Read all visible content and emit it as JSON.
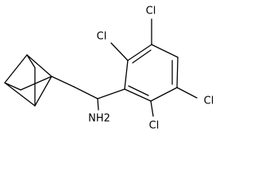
{
  "atoms": {
    "amine": "NH2",
    "cl_top_left": "Cl",
    "cl_top_right": "Cl",
    "cl_right": "Cl",
    "cl_bottom": "Cl"
  },
  "colors": {
    "bond": "#000000",
    "label": "#000000",
    "background": "#ffffff"
  }
}
